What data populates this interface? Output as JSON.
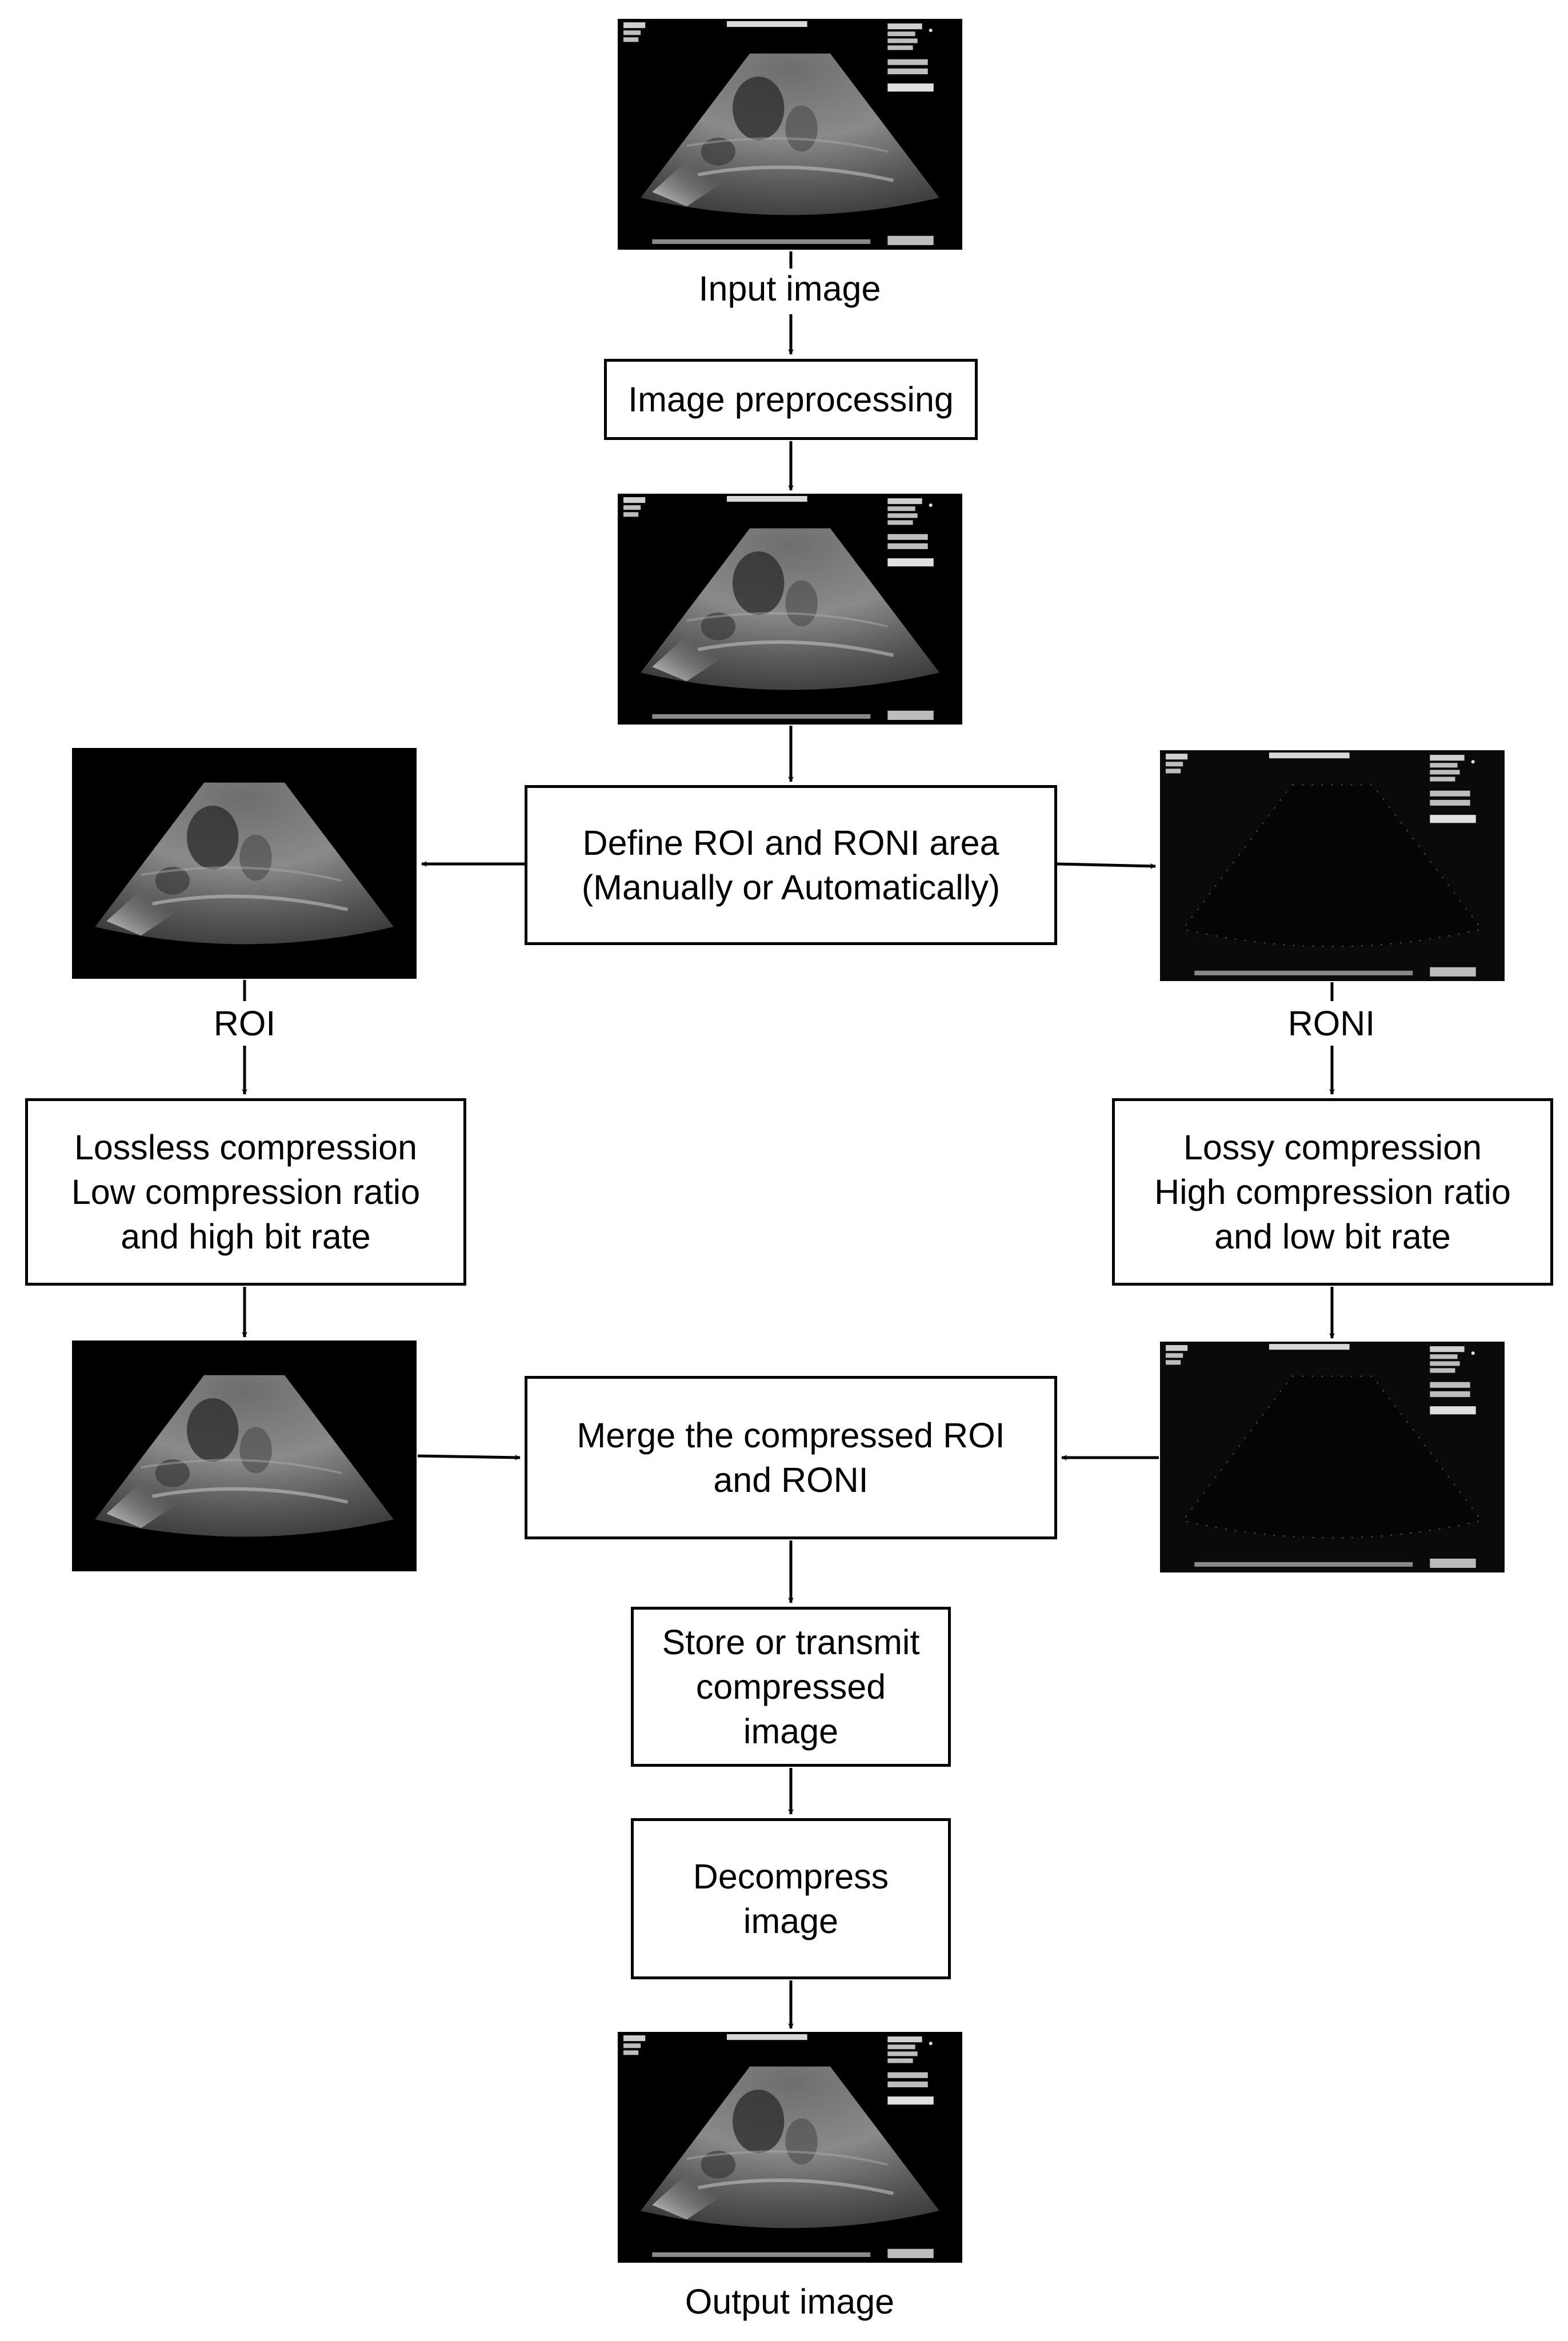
{
  "labels": {
    "input": "Input image",
    "roi": "ROI",
    "roni": "RONI",
    "output": "Output image"
  },
  "boxes": {
    "preprocess": "Image preprocessing",
    "define": "Define ROI and RONI area\n(Manually or Automatically)",
    "lossless": "Lossless compression\nLow compression ratio\nand high bit rate",
    "lossy": "Lossy compression\nHigh compression ratio\nand low bit rate",
    "merge": "Merge the compressed ROI\nand RONI",
    "store": "Store or transmit\ncompressed\nimage",
    "decompress": "Decompress\nimage"
  },
  "images": {
    "input": "ultrasound-full-image",
    "preprocessed": "ultrasound-full-image",
    "roi": "ultrasound-roi-image",
    "roni": "ultrasound-roni-image",
    "roi_compressed": "ultrasound-roi-image",
    "roni_compressed": "ultrasound-roni-image",
    "output": "ultrasound-full-image"
  }
}
